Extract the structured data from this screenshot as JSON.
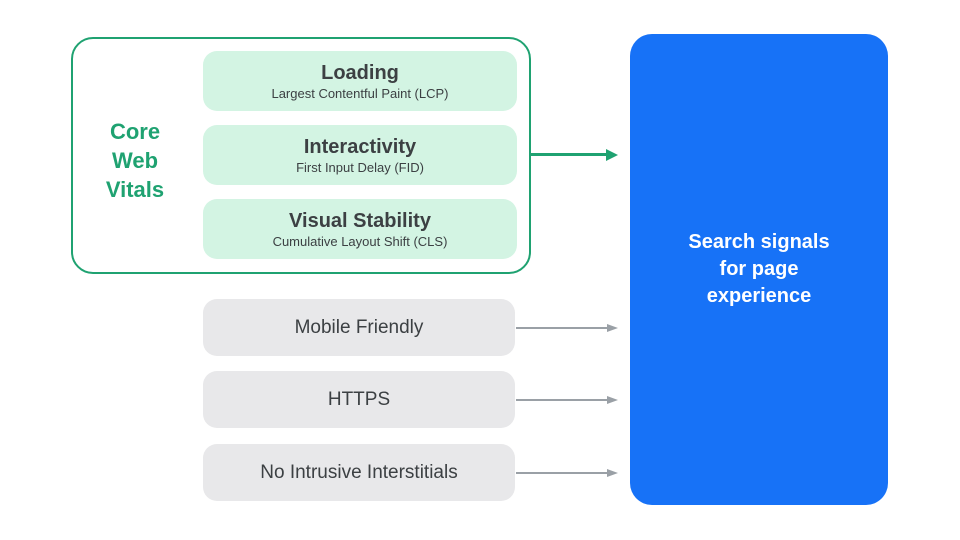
{
  "colors": {
    "green": "#1FA271",
    "mint": "#D3F4E3",
    "blue": "#1772F7",
    "grayFill": "#E8E8EA",
    "arrowGray": "#9AA0A6",
    "textDark": "#3C4043"
  },
  "core_web_vitals": {
    "label": "Core\nWeb\nVitals",
    "items": [
      {
        "title": "Loading",
        "subtitle": "Largest Contentful Paint (LCP)"
      },
      {
        "title": "Interactivity",
        "subtitle": "First Input Delay (FID)"
      },
      {
        "title": "Visual Stability",
        "subtitle": "Cumulative Layout Shift (CLS)"
      }
    ]
  },
  "other_signals": {
    "items": [
      {
        "label": "Mobile Friendly"
      },
      {
        "label": "HTTPS"
      },
      {
        "label": "No Intrusive Interstitials"
      }
    ]
  },
  "result": {
    "label": "Search signals\nfor page\nexperience"
  }
}
